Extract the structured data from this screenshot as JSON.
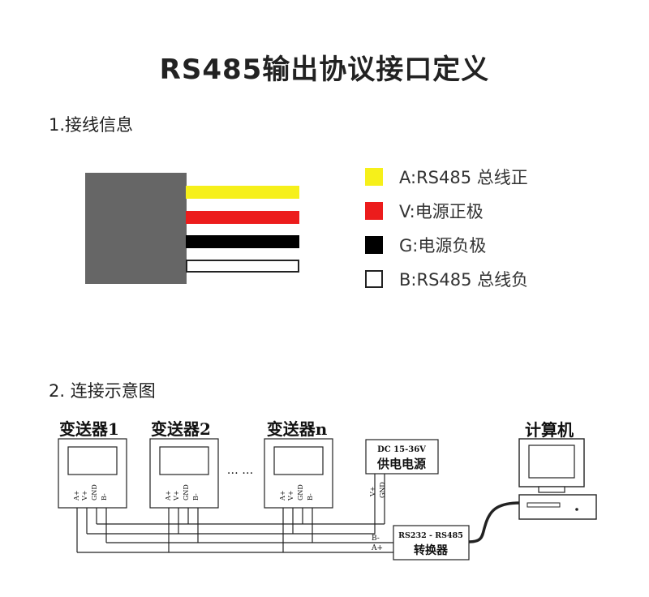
{
  "title": "RS485输出协议接口定义",
  "section1": {
    "heading": "1.接线信息"
  },
  "legend": [
    {
      "label": "A:RS485 总线正",
      "color": "#f6f01a"
    },
    {
      "label": "V:电源正极",
      "color": "#ec1c1c"
    },
    {
      "label": "G:电源负极",
      "color": "#000000"
    },
    {
      "label": "B:RS485 总线负",
      "color": "#ffffff"
    }
  ],
  "section2": {
    "heading": "2. 连接示意图"
  },
  "diagram": {
    "transmitters": [
      {
        "label": "变送器1"
      },
      {
        "label": "变送器2"
      },
      {
        "label": "变送器n"
      }
    ],
    "ellipsis": "…  …",
    "pin_labels": [
      "A+",
      "V+",
      "GND",
      "B-"
    ],
    "power_supply": {
      "line1": "DC 15-36V",
      "line2": "供电电源"
    },
    "supply_pins": [
      "V+",
      "GND"
    ],
    "converter": {
      "line1": "RS232 - RS485",
      "line2": "转换器"
    },
    "bus_labels": {
      "b_minus": "B-",
      "a_plus": "A+"
    },
    "computer": {
      "label": "计算机"
    }
  }
}
